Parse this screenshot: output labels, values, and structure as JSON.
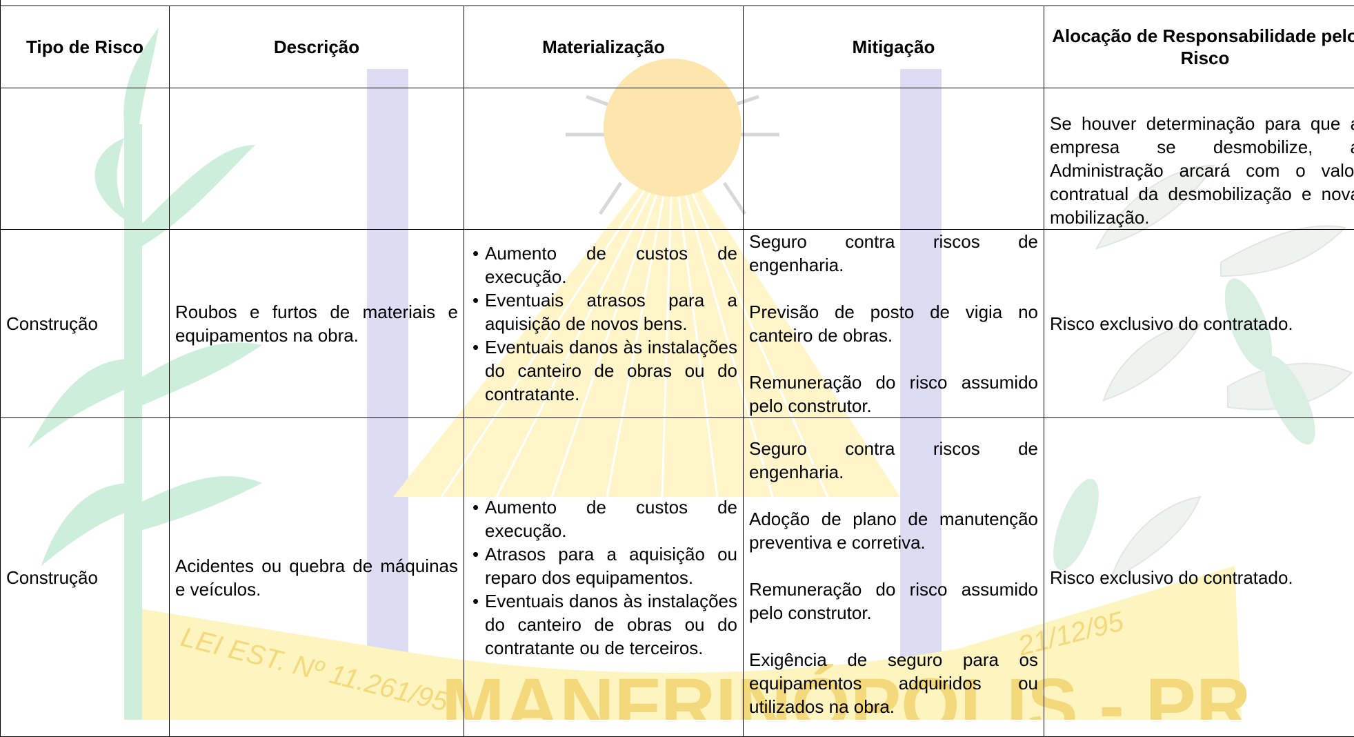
{
  "table": {
    "headers": [
      "Tipo de Risco",
      "Descrição",
      "Materialização",
      "Mitigação",
      "Alocação de Responsabilidade pelo Risco"
    ],
    "rows": [
      {
        "tipo": "",
        "descricao": "",
        "materializacao": [],
        "mitigacao": [],
        "alocacao": "Se houver determinação para que a empresa se desmobilize, a Administração arcará com o valor contratual da desmobilização e nova mobilização."
      },
      {
        "tipo": "Construção",
        "descricao": "Roubos e furtos de materiais e equipamentos na obra.",
        "materializacao": [
          "Aumento de custos de execução.",
          "Eventuais atrasos para a aquisição de novos bens.",
          "Eventuais danos às instalações do canteiro de obras ou do contratante."
        ],
        "mitigacao": [
          "Seguro contra riscos de engenharia.",
          "Previsão de posto de vigia no canteiro de obras.",
          "Remuneração do risco assumido pelo construtor."
        ],
        "alocacao": "Risco exclusivo do contratado."
      },
      {
        "tipo": "Construção",
        "descricao": "Acidentes ou quebra de máquinas e veículos.",
        "materializacao": [
          "Aumento de custos de execução.",
          "Atrasos para a aquisição ou reparo dos equipamentos.",
          "Eventuais danos às instalações do canteiro de obras ou do contratante ou de terceiros."
        ],
        "mitigacao": [
          "Seguro contra riscos de engenharia.",
          "Adoção de plano de manutenção preventiva e corretiva.",
          "Remuneração do risco assumido pelo construtor.",
          "Exigência de seguro para os equipamentos adquiridos ou utilizados na obra."
        ],
        "alocacao": "Risco exclusivo do contratado."
      }
    ]
  },
  "watermark": {
    "left_ribbon": "LEI EST. Nº 11.261/95",
    "right_ribbon": "21/12/95",
    "town": "MANFRINÓPOLIS - PR",
    "colors": {
      "sun": "#fde7b0",
      "sun_rays": "#fff4c4",
      "crest_blue": "#d9d9f2",
      "ribbon": "#fdf3b5",
      "ribbon_text": "#f6df8a",
      "plant_green": "#cfeedd",
      "leaf_grey": "#eef2f0"
    }
  }
}
